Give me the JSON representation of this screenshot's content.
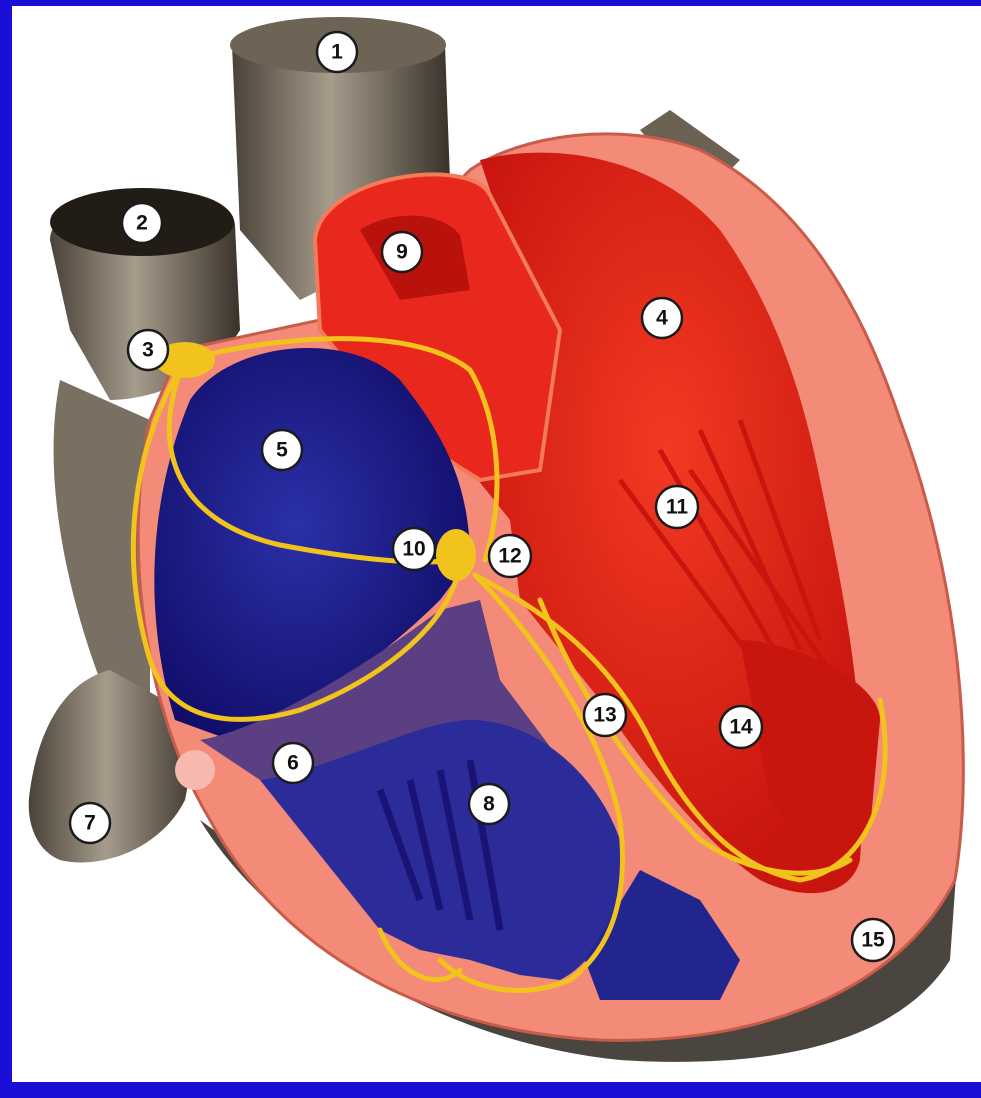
{
  "image": {
    "subject": "heart-conduction-cross-section"
  },
  "colors": {
    "frame": "#1a0fd6",
    "vessel": "#8c8376",
    "vessel_dark": "#3b342c",
    "right_chambers": "#17137a",
    "right_chambers_light": "#2a2faa",
    "tricuspid_purple": "#5a3f82",
    "left_chambers": "#e2241a",
    "left_chambers_dark": "#b8120c",
    "myocardium": "#f48a78",
    "conduction_pathway": "#f2c21d"
  },
  "markers": [
    {
      "id": "1",
      "label": "1"
    },
    {
      "id": "2",
      "label": "2"
    },
    {
      "id": "3",
      "label": "3"
    },
    {
      "id": "4",
      "label": "4"
    },
    {
      "id": "5",
      "label": "5"
    },
    {
      "id": "6",
      "label": "6"
    },
    {
      "id": "7",
      "label": "7"
    },
    {
      "id": "8",
      "label": "8"
    },
    {
      "id": "9",
      "label": "9"
    },
    {
      "id": "10",
      "label": "10"
    },
    {
      "id": "11",
      "label": "11"
    },
    {
      "id": "12",
      "label": "12"
    },
    {
      "id": "13",
      "label": "13"
    },
    {
      "id": "14",
      "label": "14"
    },
    {
      "id": "15",
      "label": "15"
    }
  ]
}
